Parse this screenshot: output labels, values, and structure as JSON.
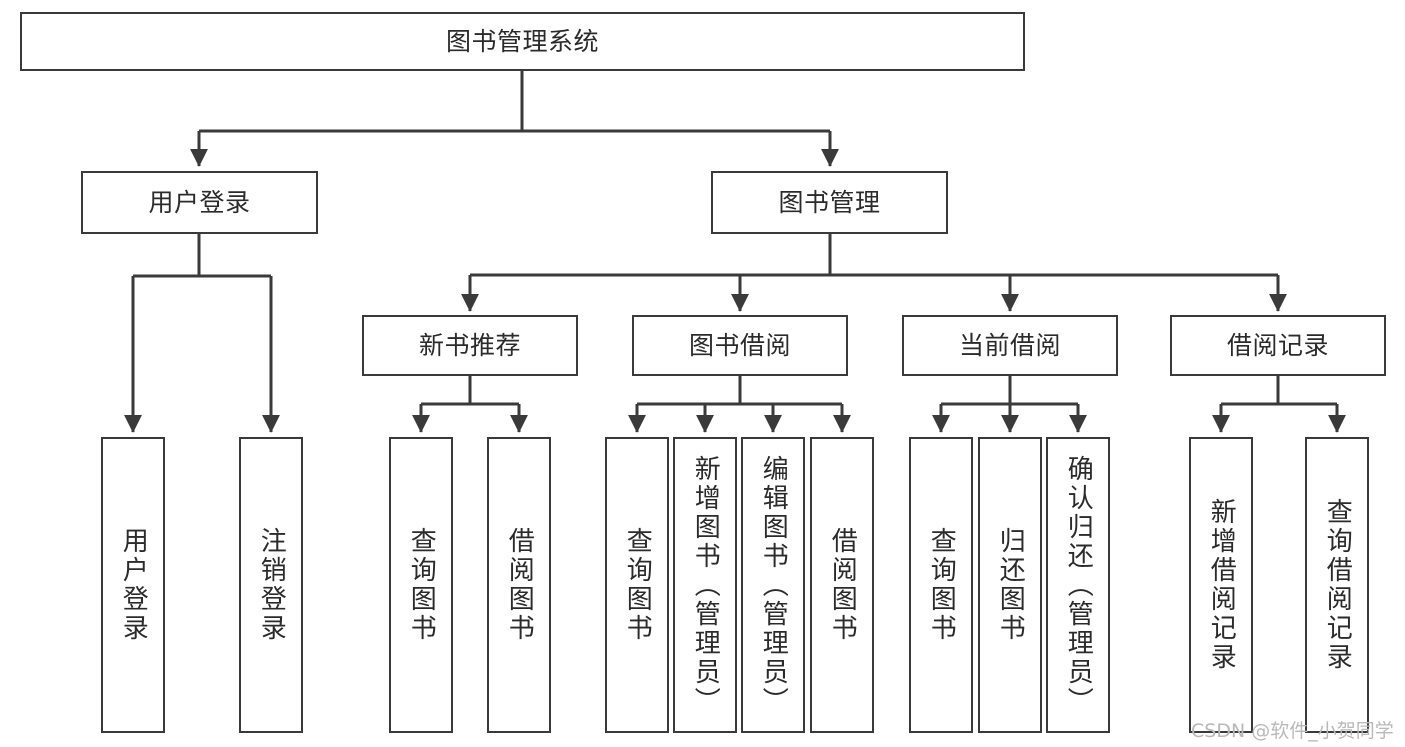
{
  "diagram": {
    "title_node": {
      "label": "图书管理系统"
    },
    "level2": [
      {
        "id": "user-login",
        "label": "用户登录"
      },
      {
        "id": "book-manage",
        "label": "图书管理"
      }
    ],
    "level3": [
      {
        "id": "new-book-recommend",
        "label": "新书推荐"
      },
      {
        "id": "book-borrow",
        "label": "图书借阅"
      },
      {
        "id": "current-borrow",
        "label": "当前借阅"
      },
      {
        "id": "borrow-record",
        "label": "借阅记录"
      }
    ],
    "leaves": {
      "user_login": [
        {
          "id": "leaf-user-login",
          "label": "用户登录"
        },
        {
          "id": "leaf-logout",
          "label": "注销登录"
        }
      ],
      "new_book_recommend": [
        {
          "id": "leaf-query-book-1",
          "label": "查询图书"
        },
        {
          "id": "leaf-borrow-book-1",
          "label": "借阅图书"
        }
      ],
      "book_borrow": [
        {
          "id": "leaf-query-book-2",
          "label": "查询图书"
        },
        {
          "id": "leaf-add-book",
          "label": "新增图书（管理员）"
        },
        {
          "id": "leaf-edit-book",
          "label": "编辑图书（管理员）"
        },
        {
          "id": "leaf-borrow-book-2",
          "label": "借阅图书"
        }
      ],
      "current_borrow": [
        {
          "id": "leaf-query-book-3",
          "label": "查询图书"
        },
        {
          "id": "leaf-return-book",
          "label": "归还图书"
        },
        {
          "id": "leaf-confirm-return",
          "label": "确认归还（管理员）"
        }
      ],
      "borrow_record": [
        {
          "id": "leaf-add-record",
          "label": "新增借阅记录"
        },
        {
          "id": "leaf-query-record",
          "label": "查询借阅记录"
        }
      ]
    }
  },
  "watermark": {
    "text": "CSDN @软件_小贺同学"
  },
  "colors": {
    "box_border": "#3a3a3a",
    "text": "#2b2b2b",
    "edge": "#3a3a3a",
    "background": "#ffffff",
    "watermark": "#b9b9b9"
  }
}
